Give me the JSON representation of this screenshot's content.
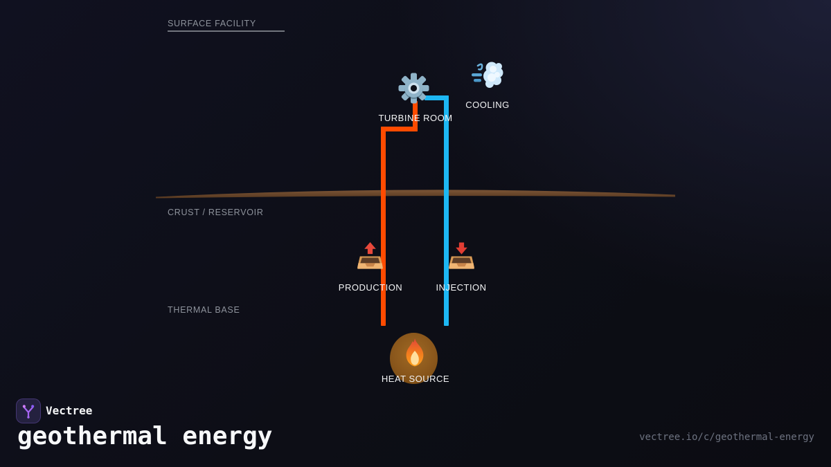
{
  "brand": {
    "name": "Vectree",
    "title": "geothermal energy",
    "url": "vectree.io/c/geothermal-energy"
  },
  "zones": {
    "surface": "SURFACE FACILITY",
    "crust": "CRUST / RESERVOIR",
    "thermal": "THERMAL BASE"
  },
  "nodes": {
    "turbine": "TURBINE ROOM",
    "cooling": "COOLING",
    "production": "PRODUCTION",
    "injection": "INJECTION",
    "heat": "HEAT SOURCE"
  },
  "colors": {
    "hot_pipe": "#ff4b00",
    "cold_pipe": "#1db7f3",
    "crust_line": "#6f4c2f",
    "background": "#0d0e16",
    "accent_purple": "#a665f2",
    "zone_label": "#8e939c",
    "node_label": "#f2f3f4",
    "url_text": "#6d7280"
  }
}
